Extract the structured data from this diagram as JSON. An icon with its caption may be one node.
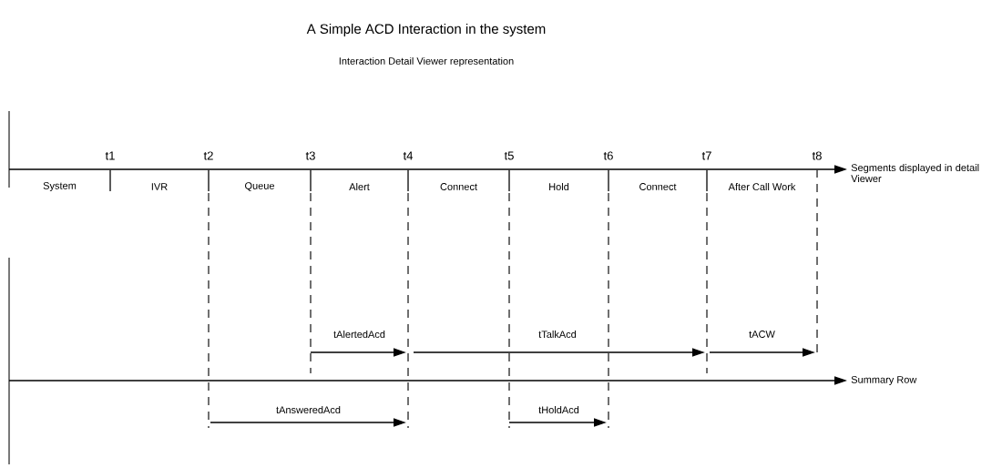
{
  "diagram": {
    "title": "A Simple ACD Interaction in the system",
    "caption": "Interaction Detail Viewer representation",
    "labels": [
      "t1",
      "t2",
      "t3",
      "t4",
      "t5",
      "t6",
      "t7",
      "t8",
      "Segments displayed in detail Viewer",
      "System",
      "IVR",
      "Queue",
      "Alert",
      "Connect",
      "Hold",
      "Connect",
      "After Call Work",
      "tAlertedAcd",
      "tTalkAcd",
      "tACW",
      "Summary Row",
      "tAnsweredAcd",
      "tHoldAcd"
    ]
  }
}
